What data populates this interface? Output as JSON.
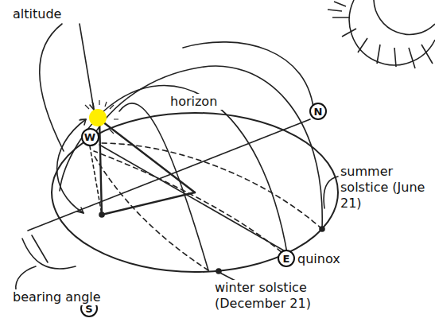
{
  "diagram": {
    "nodes": [
      {
        "text": [
          "W"
        ]
      },
      {
        "text": [
          "N"
        ]
      },
      {
        "text": [
          "S"
        ]
      },
      {
        "text": [
          "E"
        ]
      }
    ],
    "labels": [
      "altitude",
      "horizon",
      "summer solstice (June 21)",
      "quinox",
      "winter solstice (December 21)",
      "bearing angle"
    ]
  }
}
